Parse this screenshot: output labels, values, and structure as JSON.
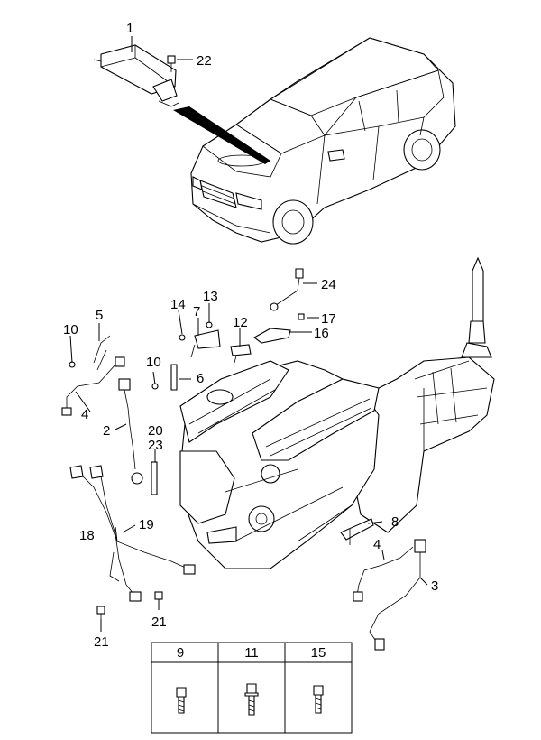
{
  "callouts": {
    "c1": "1",
    "c22": "22",
    "c24": "24",
    "c5": "5",
    "c14": "14",
    "c13": "13",
    "c7": "7",
    "c12": "12",
    "c17": "17",
    "c16": "16",
    "c10a": "10",
    "c10b": "10",
    "c6": "6",
    "c4a": "4",
    "c2": "2",
    "c20": "20",
    "c23": "23",
    "c19": "19",
    "c18": "18",
    "c8": "8",
    "c4b": "4",
    "c3": "3",
    "c21a": "21",
    "c21b": "21"
  },
  "fastener_table": {
    "headers": [
      "9",
      "11",
      "15"
    ]
  }
}
